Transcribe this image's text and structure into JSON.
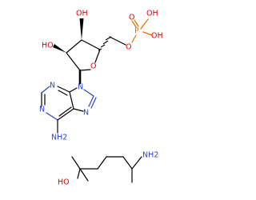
{
  "molecule_1": {
    "labels": {
      "oh_top": "OH",
      "ho_left": "HO",
      "ring_o": "O",
      "link_o": "O",
      "p": "P",
      "p_oh_top": "OH",
      "p_oh_bottom": "OH",
      "p_o": "O",
      "n9": "N",
      "n7": "N",
      "n1": "N",
      "n3": "N",
      "nh2": "NH2"
    }
  },
  "molecule_2": {
    "labels": {
      "nh2": "NH2",
      "ho": "HO"
    }
  },
  "colors": {
    "carbon": "#000000",
    "oxygen": "#e00000",
    "nitrogen": "#2f3fd0",
    "phosphorus": "#e07000"
  }
}
